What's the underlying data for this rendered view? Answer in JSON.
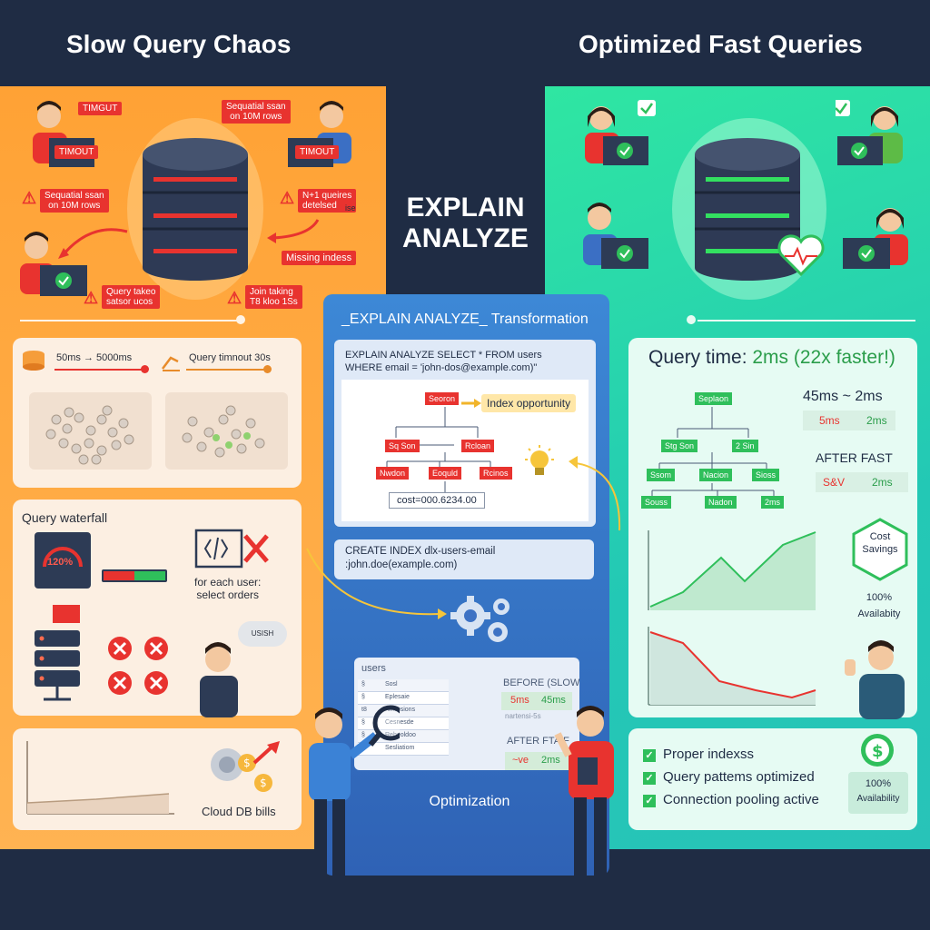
{
  "headers": {
    "left_title": "Slow Query Chaos",
    "right_title": "Optimized Fast Queries",
    "center_title": "EXPLAIN\nANALYZE"
  },
  "left_top": {
    "tag_timeout1": "TIMGUT",
    "tag_seqscan1": "Sequatial ssan\non 10M rows",
    "screen_timeout1": "TIMOUT",
    "screen_timeout2": "TIMOUT",
    "tag_seqscan2": "Sequatial ssan\non 10M rows",
    "tag_n1": "N+1 queires\ndetelsed",
    "tag_n1_suffix": "ise",
    "tag_missing": "Missing indess",
    "tag_query_taken": "Query takeo\nsatsor ucos",
    "tag_join": "Join taking\nT8 kloo 1Ss"
  },
  "left_metrics": {
    "range": "50ms → 5000ms",
    "timeout": "Query timnout 30s"
  },
  "left_waterfall": {
    "title": "Query waterfall",
    "gauge": "120%",
    "for_each": "for each user:\nselect orders",
    "thought": "USISH"
  },
  "left_bills": {
    "label": "Cloud DB bills"
  },
  "center": {
    "panel_title": "_EXPLAIN ANALYZE_ Transformation",
    "query": "EXPLAIN ANALYZE SELECT * FROM users\nWHERE email = 'john-dos@example.com)\"",
    "node_root": "Seoron",
    "index_opp": "Index opportunity",
    "node_seq": "Sq Son",
    "node_rcloan": "Rcloan",
    "node_1": "Nwdon",
    "node_2": "Eoquld",
    "node_3": "Rcinos",
    "cost": "cost=000.6234.00",
    "create_index": "CREATE INDEX dlx-users-email\n:john.doe(example.com)",
    "users_table_title": "users",
    "users_rows": [
      [
        "§",
        "Sosl"
      ],
      [
        "§",
        "Eplesaie"
      ],
      [
        "t8",
        "Ninrosions"
      ],
      [
        "§",
        "Cesnesde"
      ],
      [
        "§",
        "Rebeoldoo"
      ],
      [
        "§",
        "Sesliatiom"
      ]
    ],
    "before_label": "BEFORE (SLOW",
    "before_a": "5ms",
    "before_b": "45ms",
    "before_note": "nartensi-5s",
    "after_label": "AFTER FTAIF",
    "after_a": "~ve",
    "after_b": "2ms",
    "optimization": "Optimization"
  },
  "right_metrics": {
    "query_time_label": "Query time: ",
    "query_time_value": "2ms (22x faster!)",
    "range": "45ms ~ 2ms",
    "range_a": "5ms",
    "range_b": "2ms",
    "after_fast": "AFTER FAST",
    "after_a": "S&V",
    "after_b": "2ms",
    "node_root": "Seplaon",
    "node_a": "Stg Son",
    "node_b": "2 Sin",
    "node_c": "Ssom",
    "node_d": "Nacion",
    "node_e": "Sioss",
    "node_f": "Souss",
    "node_g": "Nadon",
    "node_h": "2ms",
    "cost_savings": "Cost\nSavings",
    "availability_pct": "100%",
    "availability_label": "Availabity"
  },
  "right_checklist": {
    "items": [
      "Proper indexss",
      "Query pattems optimized",
      "Connection pooling active"
    ],
    "badge_pct": "100%",
    "badge_label": "Availability"
  },
  "colors": {
    "slow": "#ffa235",
    "fast": "#2fe6a2",
    "accent_red": "#e8332f",
    "accent_green": "#2fbf5b",
    "navy": "#1f2c44"
  }
}
